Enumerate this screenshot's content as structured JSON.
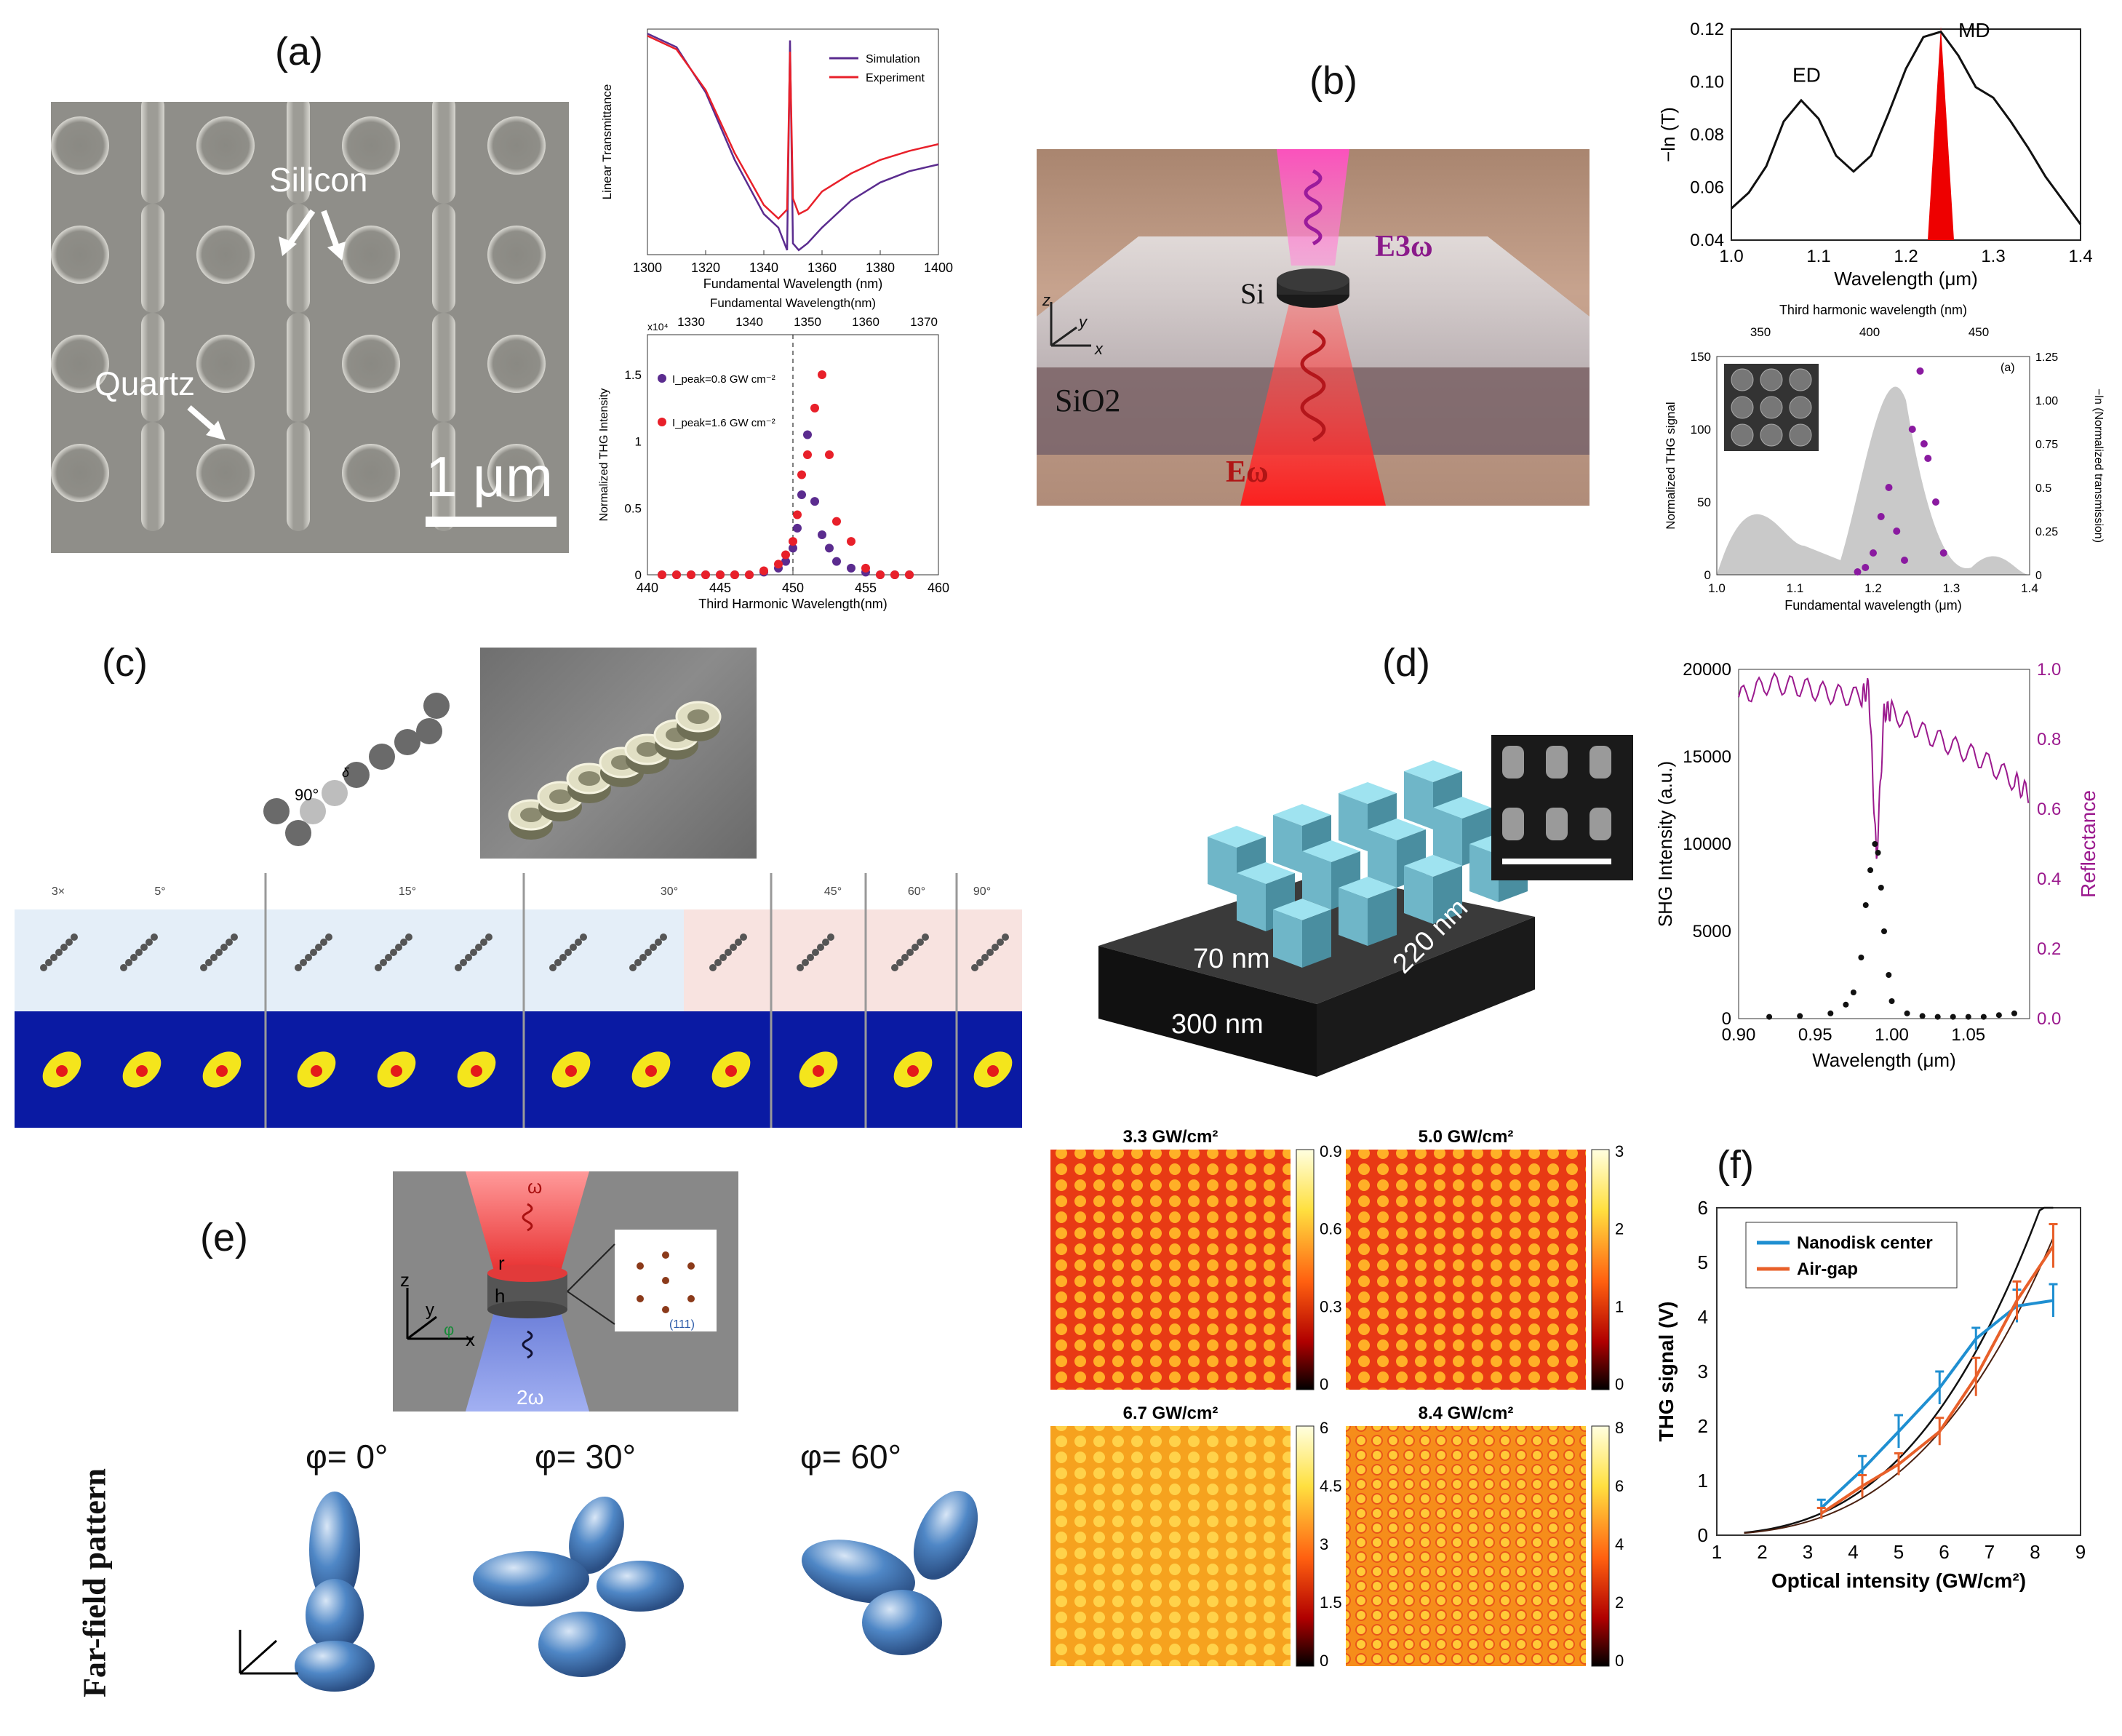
{
  "panels": {
    "a": {
      "label": "(a)",
      "sem": {
        "silicon_label": "Silicon",
        "quartz_label": "Quartz",
        "scalebar_label": "1 μm"
      },
      "transmittance_chart": {
        "type": "line",
        "xlabel": "Fundamental Wavelength (nm)",
        "ylabel": "Linear Transmittance",
        "xlim": [
          1300,
          1400
        ],
        "xticks": [
          "1300",
          "1320",
          "1340",
          "1360",
          "1380",
          "1400"
        ],
        "legend": [
          "Simulation",
          "Experiment"
        ],
        "series": [
          {
            "name": "Simulation",
            "x": [
              1300,
              1310,
              1320,
              1330,
              1340,
              1345,
              1348,
              1349,
              1350,
              1352,
              1355,
              1360,
              1370,
              1380,
              1390,
              1400
            ],
            "y": [
              0.98,
              0.92,
              0.72,
              0.42,
              0.18,
              0.12,
              0.02,
              0.95,
              0.05,
              0.02,
              0.05,
              0.12,
              0.24,
              0.32,
              0.37,
              0.4
            ]
          },
          {
            "name": "Experiment",
            "x": [
              1300,
              1310,
              1320,
              1330,
              1340,
              1345,
              1348,
              1349,
              1350,
              1352,
              1355,
              1360,
              1370,
              1380,
              1390,
              1400
            ],
            "y": [
              0.97,
              0.91,
              0.73,
              0.45,
              0.22,
              0.16,
              0.2,
              0.9,
              0.25,
              0.18,
              0.2,
              0.28,
              0.36,
              0.42,
              0.46,
              0.49
            ]
          }
        ]
      },
      "thg_chart": {
        "type": "scatter",
        "top_axis_label": "Fundamental Wavelength(nm)",
        "top_ticks": [
          "1330",
          "1340",
          "1350",
          "1360",
          "1370"
        ],
        "xlabel": "Third Harmonic Wavelength(nm)",
        "ylabel": "Normalized THG Intensity",
        "scale_note": "x10⁴",
        "xlim": [
          440,
          460
        ],
        "xticks": [
          "440",
          "445",
          "450",
          "455",
          "460"
        ],
        "yticks": [
          "0",
          "0.5",
          "1",
          "1.5"
        ],
        "legend": [
          "I_peak=0.8 GW cm⁻²",
          "I_peak=1.6 GW cm⁻²"
        ],
        "series": [
          {
            "name": "I_peak=0.8 GW cm⁻²",
            "color": "#5b2c8f",
            "x": [
              441,
              442,
              443,
              444,
              445,
              446,
              447,
              448,
              449,
              449.5,
              450,
              450.3,
              450.6,
              451,
              451.5,
              452,
              452.5,
              453,
              454,
              455,
              456,
              457,
              458
            ],
            "y": [
              0,
              0,
              0,
              0,
              0,
              0,
              0,
              0.02,
              0.05,
              0.1,
              0.2,
              0.35,
              0.6,
              1.05,
              0.55,
              0.3,
              0.2,
              0.1,
              0.05,
              0.02,
              0,
              0,
              0
            ]
          },
          {
            "name": "I_peak=1.6 GW cm⁻²",
            "color": "#e8202a",
            "x": [
              441,
              442,
              443,
              444,
              445,
              446,
              447,
              448,
              449,
              449.5,
              450,
              450.3,
              450.6,
              451,
              451.5,
              452,
              452.5,
              453,
              454,
              455,
              456,
              457,
              458
            ],
            "y": [
              0,
              0,
              0,
              0,
              0,
              0,
              0,
              0.03,
              0.08,
              0.15,
              0.25,
              0.45,
              0.75,
              0.9,
              1.25,
              1.5,
              0.9,
              0.4,
              0.25,
              0.05,
              0,
              0,
              0
            ]
          }
        ]
      }
    },
    "b": {
      "label": "(b)",
      "scene": {
        "si": "Si",
        "sio2": "SiO2",
        "e3w": "E3ω",
        "ew": "Eω",
        "axes_z": "z",
        "axes_y": "y",
        "axes_x": "x"
      },
      "lnT_chart": {
        "type": "line",
        "xlabel": "Wavelength (μm)",
        "ylabel": "−ln (T)",
        "xlim": [
          1.0,
          1.4
        ],
        "ylim": [
          0.04,
          0.12
        ],
        "xticks": [
          "1.0",
          "1.1",
          "1.2",
          "1.3",
          "1.4"
        ],
        "yticks": [
          "0.04",
          "0.06",
          "0.08",
          "0.10",
          "0.12"
        ],
        "annotations": [
          "ED",
          "MD"
        ],
        "x": [
          1.0,
          1.02,
          1.04,
          1.06,
          1.08,
          1.1,
          1.12,
          1.14,
          1.16,
          1.18,
          1.2,
          1.22,
          1.24,
          1.26,
          1.28,
          1.3,
          1.32,
          1.34,
          1.36,
          1.38,
          1.4
        ],
        "y": [
          0.052,
          0.058,
          0.068,
          0.085,
          0.093,
          0.086,
          0.072,
          0.066,
          0.072,
          0.088,
          0.105,
          0.117,
          0.119,
          0.11,
          0.098,
          0.094,
          0.085,
          0.075,
          0.064,
          0.055,
          0.046
        ]
      },
      "thg_chart": {
        "type": "scatter",
        "top_axis_label": "Third harmonic wavelength (nm)",
        "top_ticks": [
          "350",
          "400",
          "450"
        ],
        "xlabel": "Fundamental wavelength (μm)",
        "ylabel": "Normalized THG signal",
        "ylabel_right": "−ln (Normalized transmission)",
        "corner_label": "(a)",
        "xlim": [
          1.0,
          1.4
        ],
        "xticks": [
          "1.0",
          "1.1",
          "1.2",
          "1.3",
          "1.4"
        ],
        "yticks": [
          "0",
          "50",
          "100",
          "150"
        ],
        "yticks_right": [
          "0",
          "0.25",
          "0.5",
          "0.75",
          "1.00",
          "1.25"
        ],
        "x": [
          1.18,
          1.19,
          1.2,
          1.21,
          1.22,
          1.23,
          1.24,
          1.25,
          1.26,
          1.265,
          1.27,
          1.28,
          1.29
        ],
        "y": [
          2,
          5,
          15,
          40,
          60,
          30,
          10,
          100,
          140,
          90,
          80,
          50,
          15
        ]
      }
    },
    "c": {
      "label": "(c)",
      "angle_label": "90°",
      "delta_label": "δ",
      "column_headers": [
        "3×",
        "5°",
        "15°",
        "30°",
        "45°",
        "60°",
        "90°"
      ]
    },
    "d": {
      "label": "(d)",
      "dims": [
        "70 nm",
        "220 nm",
        "300 nm"
      ],
      "shg_chart": {
        "type": "line",
        "xlabel": "Wavelength (μm)",
        "ylabel": "SHG Intensity (a.u.)",
        "ylabel_right": "Reflectance",
        "xlim": [
          0.9,
          1.09
        ],
        "ylim": [
          0,
          20000
        ],
        "xticks": [
          "0.90",
          "0.95",
          "1.00",
          "1.05"
        ],
        "yticks": [
          "0",
          "5000",
          "10000",
          "15000",
          "20000"
        ],
        "yticks_right": [
          "0.0",
          "0.2",
          "0.4",
          "0.6",
          "0.8",
          "1.0"
        ],
        "shg_x": [
          0.92,
          0.94,
          0.96,
          0.97,
          0.975,
          0.98,
          0.983,
          0.986,
          0.989,
          0.991,
          0.993,
          0.995,
          0.998,
          1.0,
          1.01,
          1.02,
          1.03,
          1.04,
          1.05,
          1.06,
          1.07,
          1.08
        ],
        "shg_y": [
          100,
          150,
          300,
          800,
          1500,
          3500,
          6500,
          8500,
          10000,
          9500,
          7500,
          5000,
          2500,
          1000,
          300,
          150,
          100,
          100,
          100,
          100,
          200,
          300
        ],
        "refl_x": [
          0.9,
          0.92,
          0.94,
          0.96,
          0.98,
          0.985,
          0.99,
          0.995,
          1.0,
          1.02,
          1.04,
          1.06,
          1.08,
          1.09
        ],
        "refl_y": [
          0.92,
          0.96,
          0.95,
          0.93,
          0.92,
          0.95,
          0.45,
          0.88,
          0.88,
          0.82,
          0.78,
          0.74,
          0.68,
          0.64
        ]
      },
      "heatmaps": [
        {
          "title": "3.3 GW/cm²",
          "ticks": [
            "0.9",
            "0.6",
            "0.3",
            "0"
          ]
        },
        {
          "title": "5.0 GW/cm²",
          "ticks": [
            "3",
            "2",
            "1",
            "0"
          ]
        },
        {
          "title": "6.7 GW/cm²",
          "ticks": [
            "6",
            "4.5",
            "3",
            "1.5",
            "0"
          ]
        },
        {
          "title": "8.4 GW/cm²",
          "ticks": [
            "8",
            "6",
            "4",
            "2",
            "0"
          ]
        }
      ]
    },
    "e": {
      "label": "(e)",
      "omega": "ω",
      "two_omega": "2ω",
      "r": "r",
      "h": "h",
      "axes": [
        "z",
        "y",
        "φ",
        "x"
      ],
      "crystal": "(111)",
      "row_title": "Far-field pattern",
      "angles": [
        "φ= 0°",
        "φ= 30°",
        "φ= 60°"
      ]
    },
    "f": {
      "label": "(f)",
      "chart": {
        "type": "line",
        "xlabel": "Optical intensity (GW/cm²)",
        "ylabel": "THG signal (V)",
        "xlim": [
          1,
          9
        ],
        "ylim": [
          0,
          6
        ],
        "xticks": [
          "1",
          "2",
          "3",
          "4",
          "5",
          "6",
          "7",
          "8",
          "9"
        ],
        "yticks": [
          "0",
          "1",
          "2",
          "3",
          "4",
          "5",
          "6"
        ],
        "series": [
          {
            "name": "Nanodisk center",
            "color": "#1f8fd1",
            "x": [
              3.3,
              4.2,
              5.0,
              5.9,
              6.7,
              7.6,
              8.4
            ],
            "y": [
              0.5,
              1.2,
              1.9,
              2.7,
              3.6,
              4.2,
              4.3
            ],
            "err": [
              0.15,
              0.25,
              0.3,
              0.3,
              0.2,
              0.3,
              0.3
            ]
          },
          {
            "name": "Air-gap",
            "color": "#e8602a",
            "x": [
              3.3,
              4.2,
              5.0,
              5.9,
              6.7,
              7.6,
              8.4
            ],
            "y": [
              0.4,
              0.9,
              1.3,
              1.9,
              2.9,
              4.3,
              5.3
            ],
            "err": [
              0.1,
              0.2,
              0.2,
              0.25,
              0.35,
              0.35,
              0.4
            ]
          }
        ]
      }
    }
  }
}
